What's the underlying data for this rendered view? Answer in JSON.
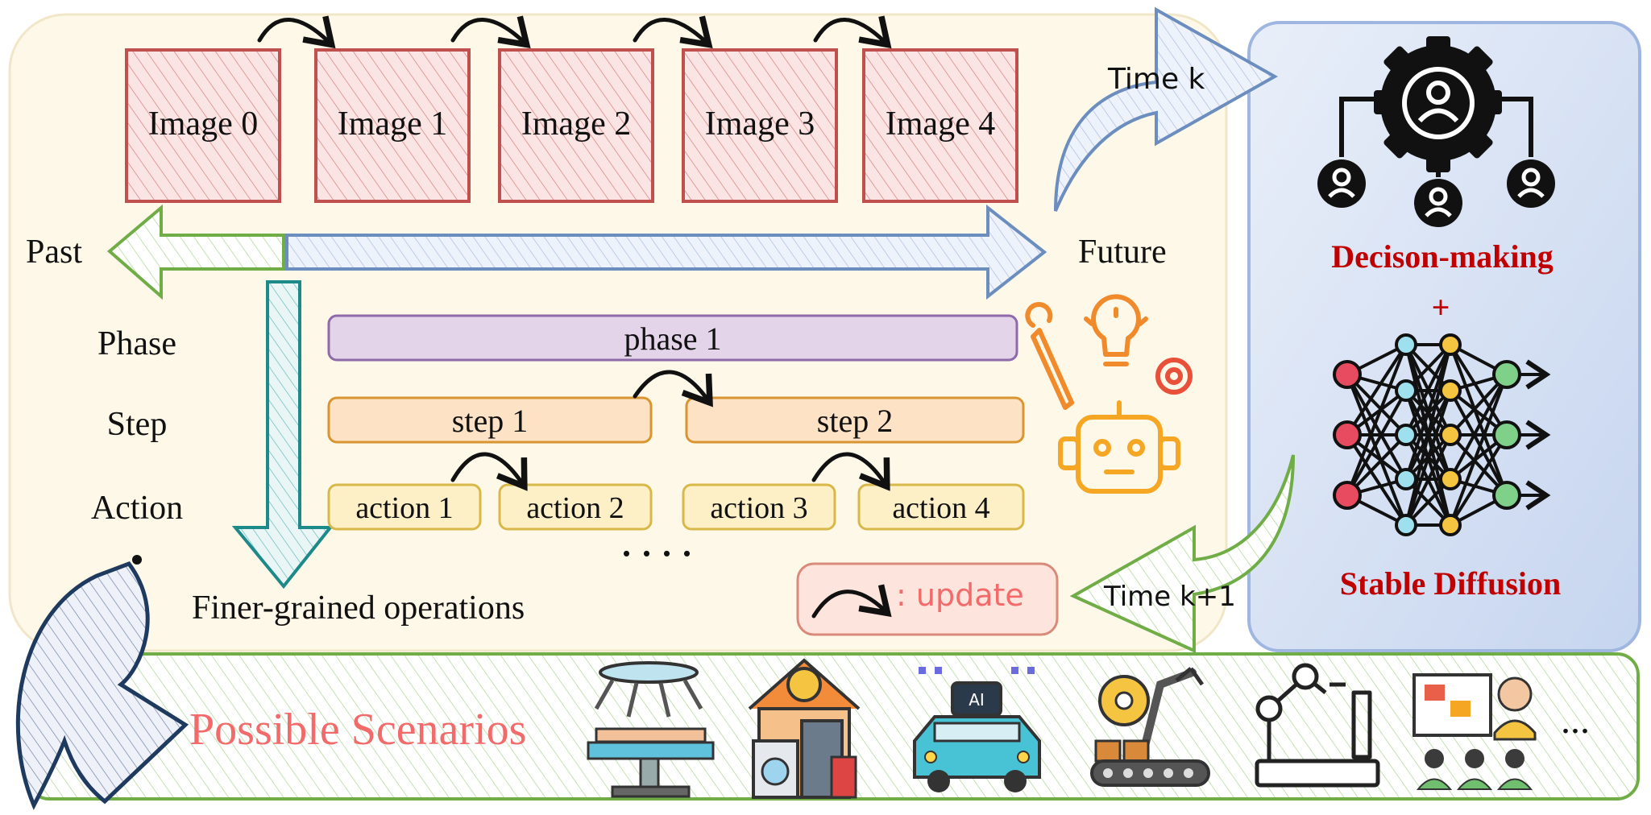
{
  "timeline": {
    "images": [
      "Image 0",
      "Image 1",
      "Image 2",
      "Image 3",
      "Image 4"
    ],
    "past_label": "Past",
    "future_label": "Future",
    "time_k_label": "Time k",
    "time_k1_label": "Time k+1"
  },
  "hierarchy": {
    "row_labels": [
      "Phase",
      "Step",
      "Action"
    ],
    "phase": "phase 1",
    "steps": [
      "step 1",
      "step 2"
    ],
    "actions": [
      "action 1",
      "action 2",
      "action 3",
      "action 4"
    ],
    "ellipsis": "....",
    "finer_label": "Finer-grained operations"
  },
  "legend": {
    "update_label": ": update"
  },
  "right_panel": {
    "decision_label": "Decison-making",
    "plus": "+",
    "diffusion_label": "Stable Diffusion"
  },
  "scenarios": {
    "label": "Possible Scenarios",
    "more": "...",
    "icons": [
      "surgical-robot-icon",
      "smart-home-icon",
      "autonomous-car-icon",
      "industrial-robot-icon",
      "lab-robot-arm-icon",
      "teaching-presentation-icon"
    ]
  },
  "colors": {
    "panel_bg": "#fdf8e8",
    "image_red": "#c0504d",
    "phase_purple": "#e3d4ea",
    "step_orange": "#fde2c6",
    "action_yellow": "#fdefc6",
    "decision_red": "#c00000",
    "scenario_pink": "#f26a6a",
    "scenario_green": "#70ad47",
    "right_blue": "#d6e1f3"
  }
}
